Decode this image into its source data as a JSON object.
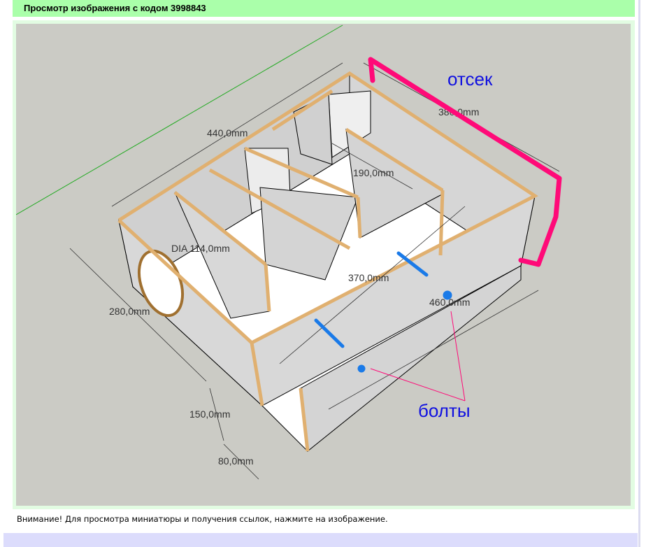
{
  "header": {
    "title": "Просмотр изображения с кодом 3998843"
  },
  "image": {
    "dimensions": {
      "d440": "440,0mm",
      "d380": "380,0mm",
      "d190": "190,0mm",
      "dia": "DIA 114,0mm",
      "d370": "370,0mm",
      "d280": "280,0mm",
      "d460": "460,0mm",
      "d150": "150,0mm",
      "d80": "80,0mm"
    },
    "annotations": {
      "compartment": "отсек",
      "bolts": "болты"
    },
    "colors": {
      "highlight": "#ff0a78",
      "bolt_marks": "#1a7ae8",
      "annotation_text": "#1010e0",
      "wood": "#e0b070",
      "panel": "#d8d8d8"
    }
  },
  "note": "Внимание! Для просмотра миниатюры и получения ссылок, нажмите на изображение."
}
